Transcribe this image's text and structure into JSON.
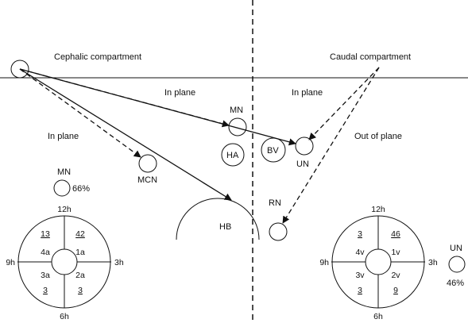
{
  "compartments": {
    "cephalic": "Cephalic compartment",
    "caudal": "Caudal compartment"
  },
  "plane_labels": {
    "in_plane_center": "In plane",
    "in_plane_left": "In plane",
    "in_plane_right": "In plane",
    "out_of_plane": "Out of plane"
  },
  "structures": {
    "mn": "MN",
    "mcn": "MCN",
    "ha": "HA",
    "bv": "BV",
    "un": "UN",
    "rn": "RN",
    "hb": "HB"
  },
  "left_summary": {
    "nerve": "MN",
    "percent": "66%",
    "clock": {
      "top": "12h",
      "bottom": "6h",
      "left": "9h",
      "right": "3h",
      "q_tl_count": "13",
      "q_tr_count": "42",
      "q_tl_code": "4a",
      "q_tr_code": "1a",
      "q_bl_code": "3a",
      "q_br_code": "2a",
      "q_bl_count": "3",
      "q_br_count": "3"
    }
  },
  "right_summary": {
    "nerve": "UN",
    "percent": "46%",
    "clock": {
      "top": "12h",
      "bottom": "6h",
      "left": "9h",
      "right": "3h",
      "q_tl_count": "3",
      "q_tr_count": "46",
      "q_tl_code": "4v",
      "q_tr_code": "1v",
      "q_bl_code": "3v",
      "q_br_code": "2v",
      "q_bl_count": "3",
      "q_br_count": "9"
    }
  }
}
